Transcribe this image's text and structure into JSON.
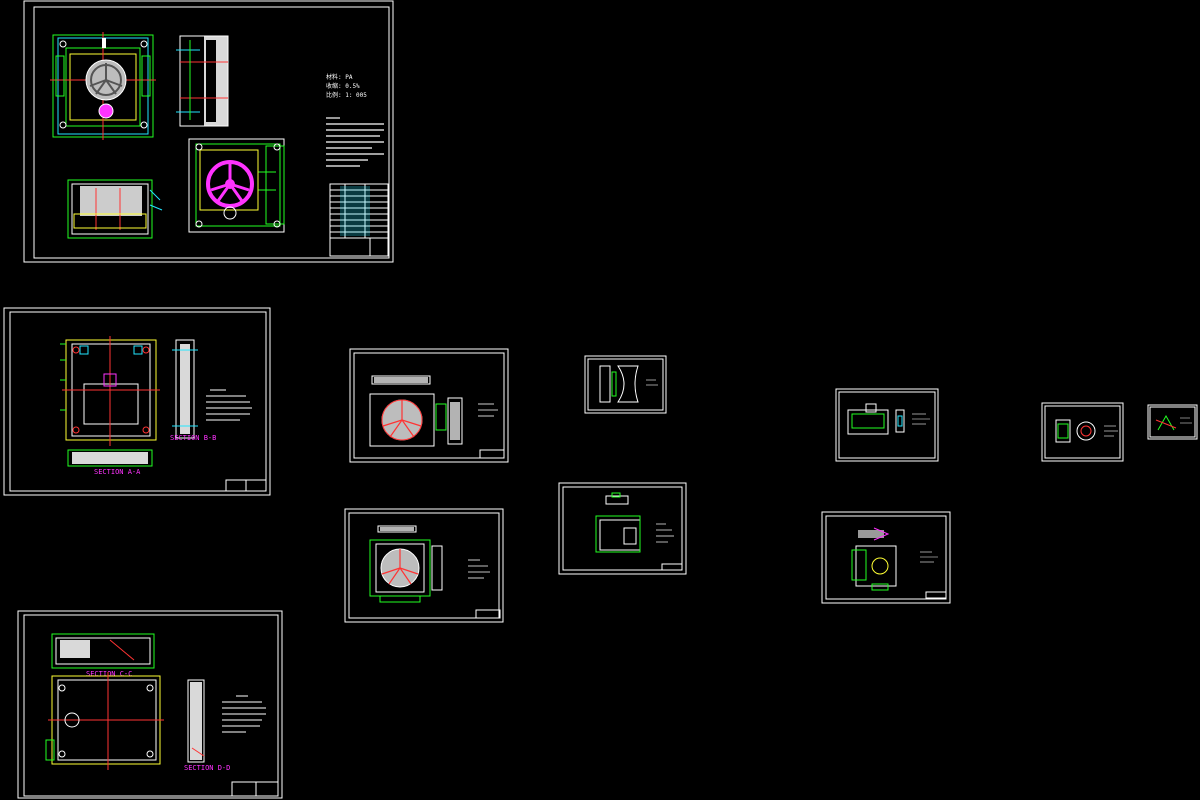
{
  "canvas": {
    "background": "#000000"
  },
  "colors": {
    "frame": "#ffffff",
    "green": "#22ff22",
    "yellow": "#ffff33",
    "red": "#ff3333",
    "cyan": "#22e6ff",
    "magenta": "#ff33ff",
    "gray": "#9a9a9a"
  },
  "sheets": [
    {
      "id": "assembly",
      "content": "mold assembly drawing with gear wheel, section views, notes and parts list"
    },
    {
      "id": "plate-a",
      "section_labels": [
        "SECTION A-A",
        "SECTION B-B"
      ]
    },
    {
      "id": "plate-b",
      "section_labels": [
        "SECTION C-C",
        "SECTION D-D"
      ]
    },
    {
      "id": "cavity-insert-1"
    },
    {
      "id": "cavity-insert-2"
    },
    {
      "id": "slider-small"
    },
    {
      "id": "slider-block"
    },
    {
      "id": "part-detail-1"
    },
    {
      "id": "part-detail-2"
    },
    {
      "id": "part-detail-3"
    },
    {
      "id": "part-detail-4"
    }
  ],
  "assembly_header": [
    "材料: PA",
    "收缩: 0.5%",
    "比例: 1: 005"
  ]
}
